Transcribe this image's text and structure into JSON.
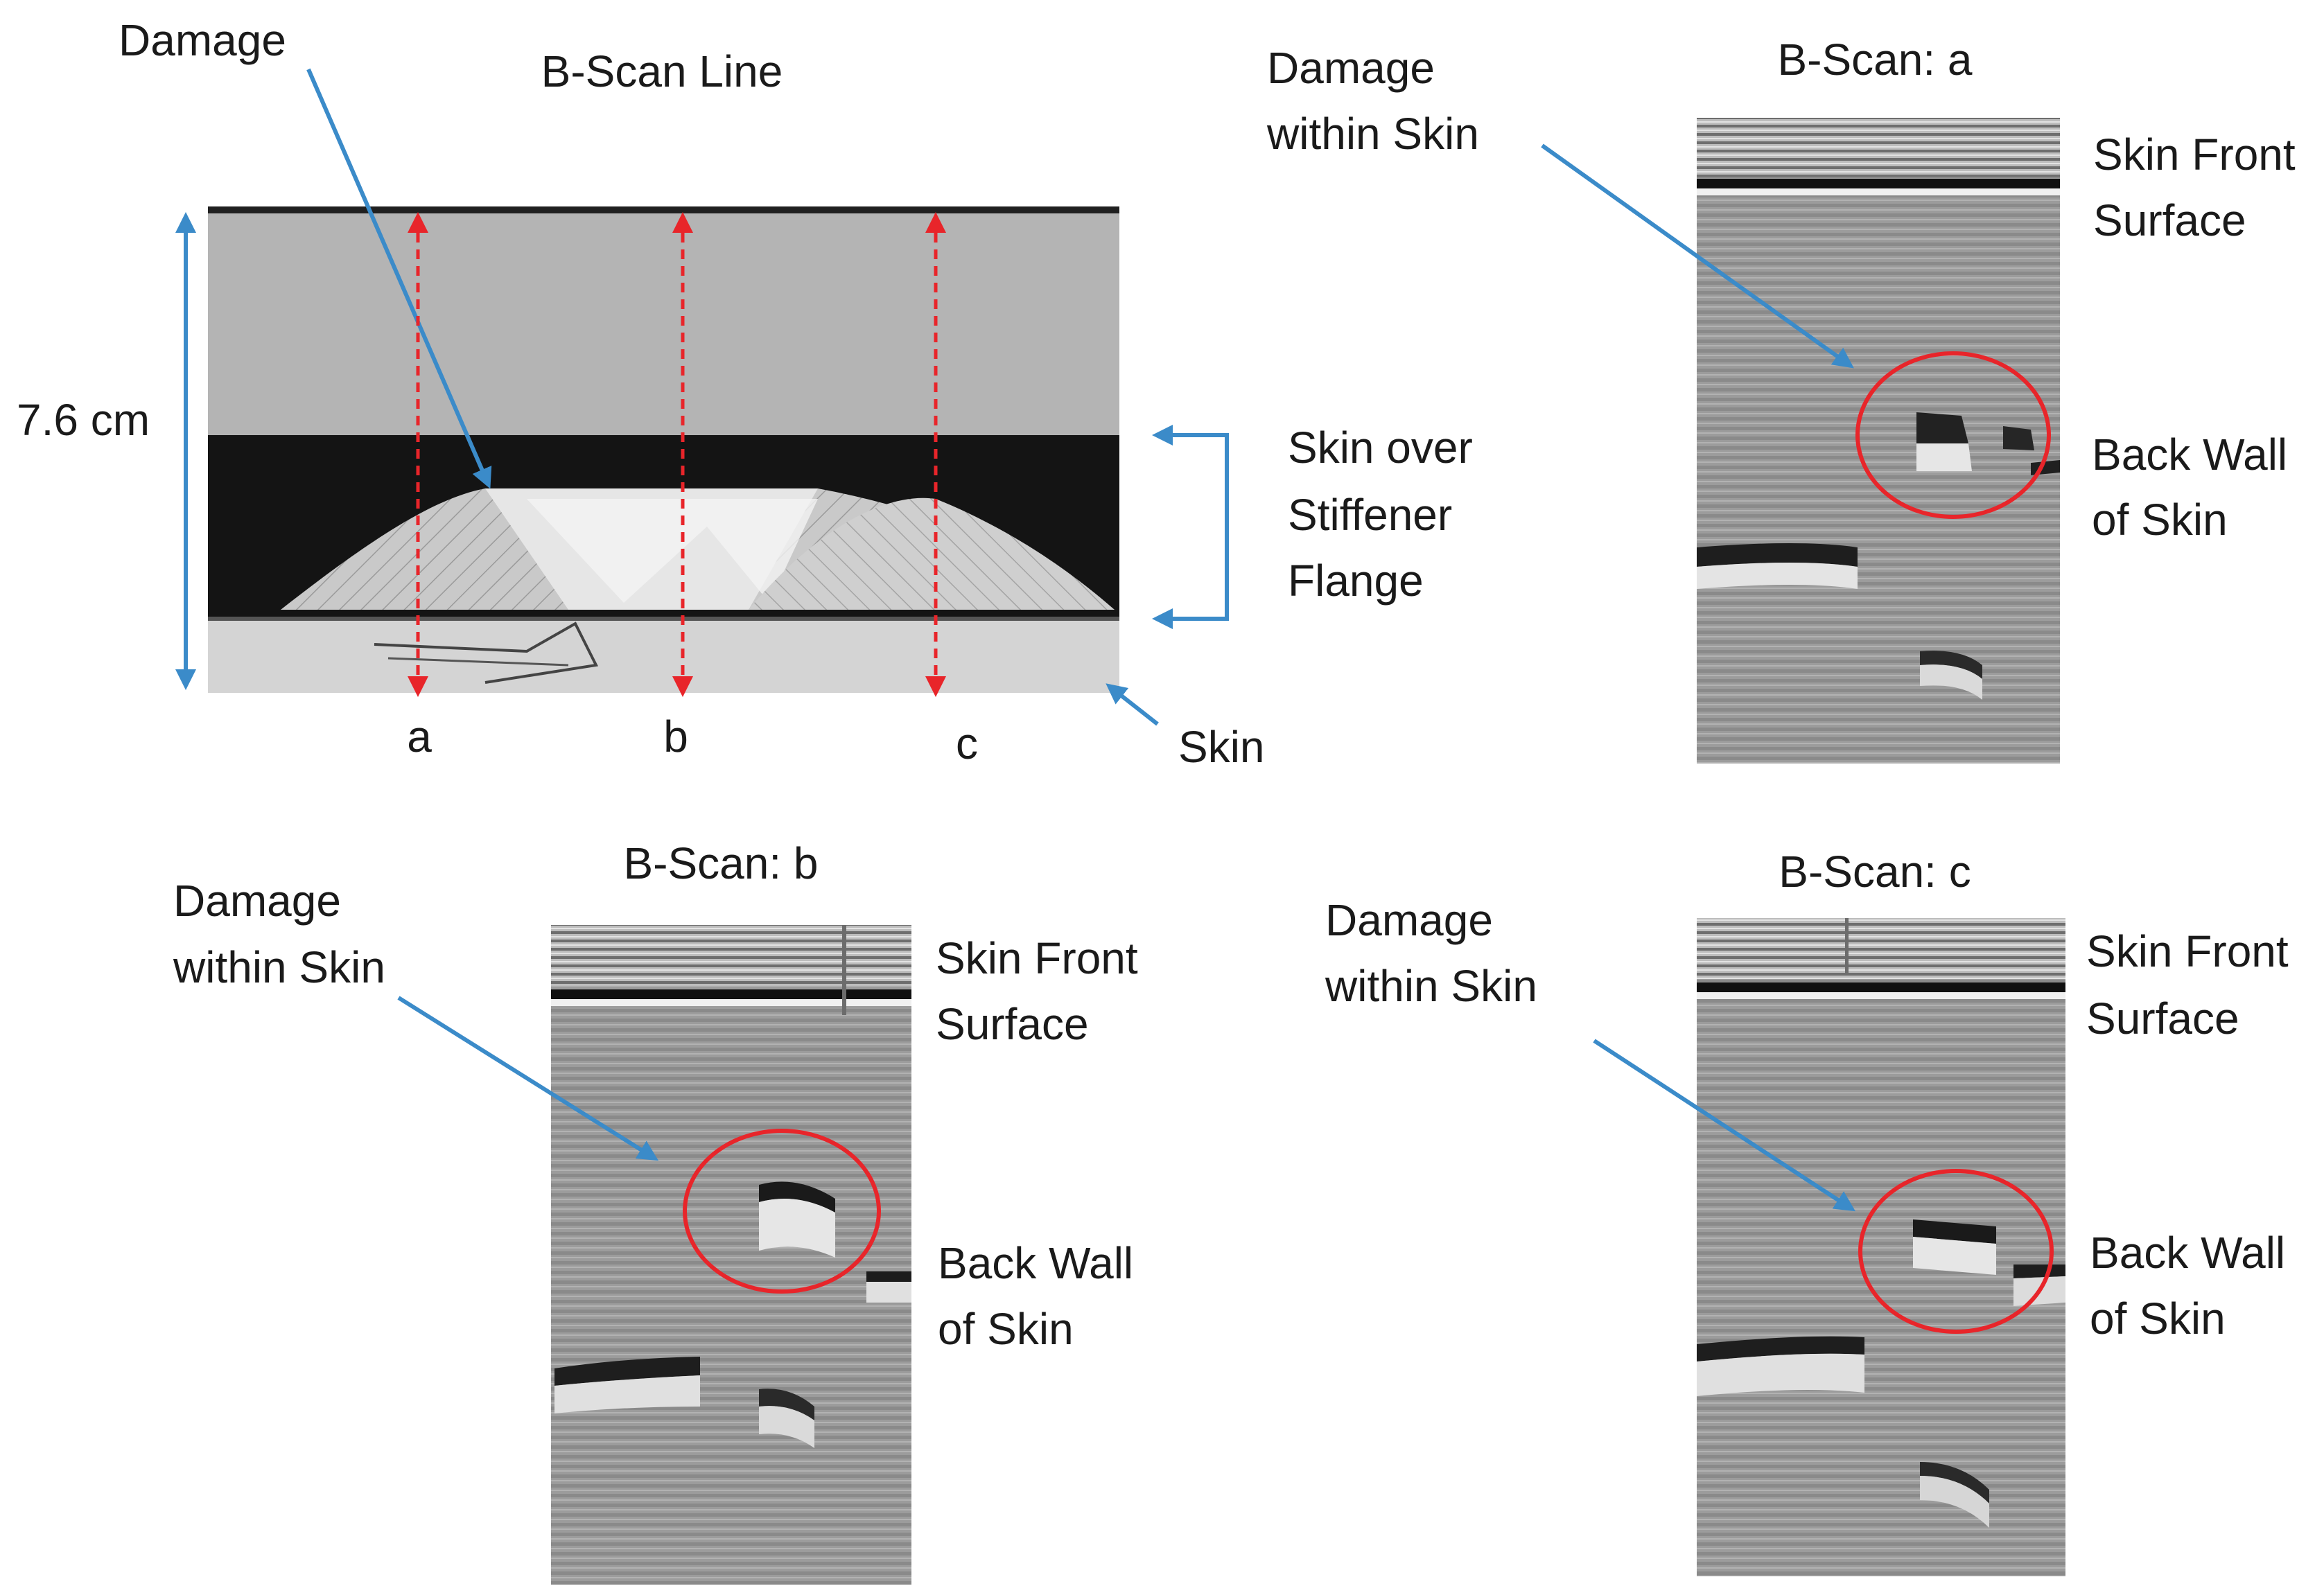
{
  "main_panel": {
    "title": "B-Scan Line",
    "damage_label": "Damage",
    "dimension_label": "7.6 cm",
    "line_labels": [
      "a",
      "b",
      "c"
    ],
    "stiffener_label": [
      "Skin over",
      "Stiffener",
      "Flange"
    ],
    "skin_label": "Skin"
  },
  "bscans": [
    {
      "title": "B-Scan: a",
      "damage_label": [
        "Damage",
        "within Skin"
      ],
      "front_label": [
        "Skin Front",
        "Surface"
      ],
      "back_label": [
        "Back Wall",
        "of Skin"
      ]
    },
    {
      "title": "B-Scan: b",
      "damage_label": [
        "Damage",
        "within Skin"
      ],
      "front_label": [
        "Skin Front",
        "Surface"
      ],
      "back_label": [
        "Back Wall",
        "of Skin"
      ]
    },
    {
      "title": "B-Scan: c",
      "damage_label": [
        "Damage",
        "within Skin"
      ],
      "front_label": [
        "Skin Front",
        "Surface"
      ],
      "back_label": [
        "Back Wall",
        "of Skin"
      ]
    }
  ],
  "colors": {
    "arrow_blue": "#3b8bc9",
    "scan_line_red": "#e8252a",
    "highlight_circle_red": "#e8252a"
  }
}
